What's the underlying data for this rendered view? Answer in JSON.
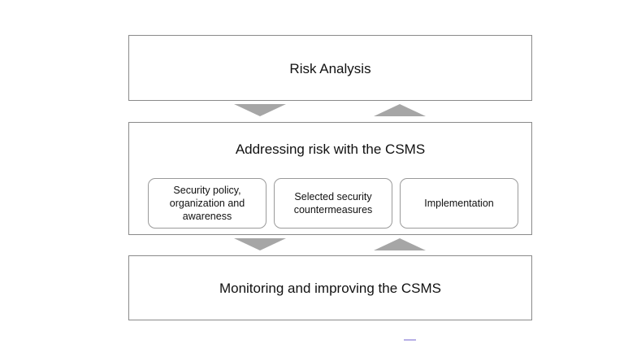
{
  "diagram": {
    "top_box": {
      "label": "Risk Analysis"
    },
    "middle_box": {
      "label": "Addressing risk with the CSMS",
      "items": [
        {
          "label": "Security policy, organization and awareness"
        },
        {
          "label": "Selected security countermeasures"
        },
        {
          "label": "Implementation"
        }
      ]
    },
    "bottom_box": {
      "label": "Monitoring and improving the CSMS"
    },
    "arrow_color": "#a6a6a6",
    "border_color": "#8a8a8a"
  }
}
